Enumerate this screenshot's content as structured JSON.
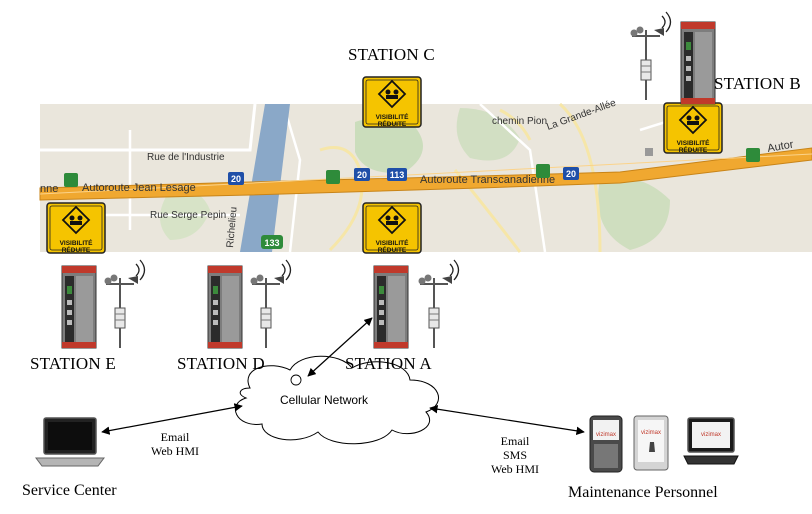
{
  "stations": {
    "a": "STATION A",
    "b": "STATION B",
    "c": "STATION C",
    "d": "STATION D",
    "e": "STATION E"
  },
  "map": {
    "roads": {
      "r1": "Rue de l'Industrie",
      "r2": "Autoroute Jean Lesage",
      "r3": "Rue Serge Pepin",
      "r4": "Autoroute Transcanadienne",
      "r5": "chemin Pion",
      "r6": "La Grande-Allée",
      "r7": "Richelieu",
      "r8": "Autor",
      "r9": "nne"
    },
    "shields": {
      "s20a": "20",
      "s20b": "20",
      "s113": "113",
      "s20c": "20",
      "s133": "133"
    }
  },
  "sign": {
    "line1": "VISIBILITÉ",
    "line2": "RÉDUITE"
  },
  "network": {
    "cloud": "Cellular Network"
  },
  "links": {
    "left": {
      "line1": "Email",
      "line2": "Web HMI"
    },
    "right": {
      "line1": "Email",
      "line2": "SMS",
      "line3": "Web HMI"
    }
  },
  "endpoints": {
    "service": "Service Center",
    "maintenance": "Maintenance Personnel"
  },
  "devices": {
    "brand": "vizimax"
  },
  "colors": {
    "sign_yellow": "#f5c400",
    "highway": "#f0a830",
    "river": "#8aa8c8",
    "map_bg": "#eae6dc",
    "green": "#b8d8a8"
  }
}
